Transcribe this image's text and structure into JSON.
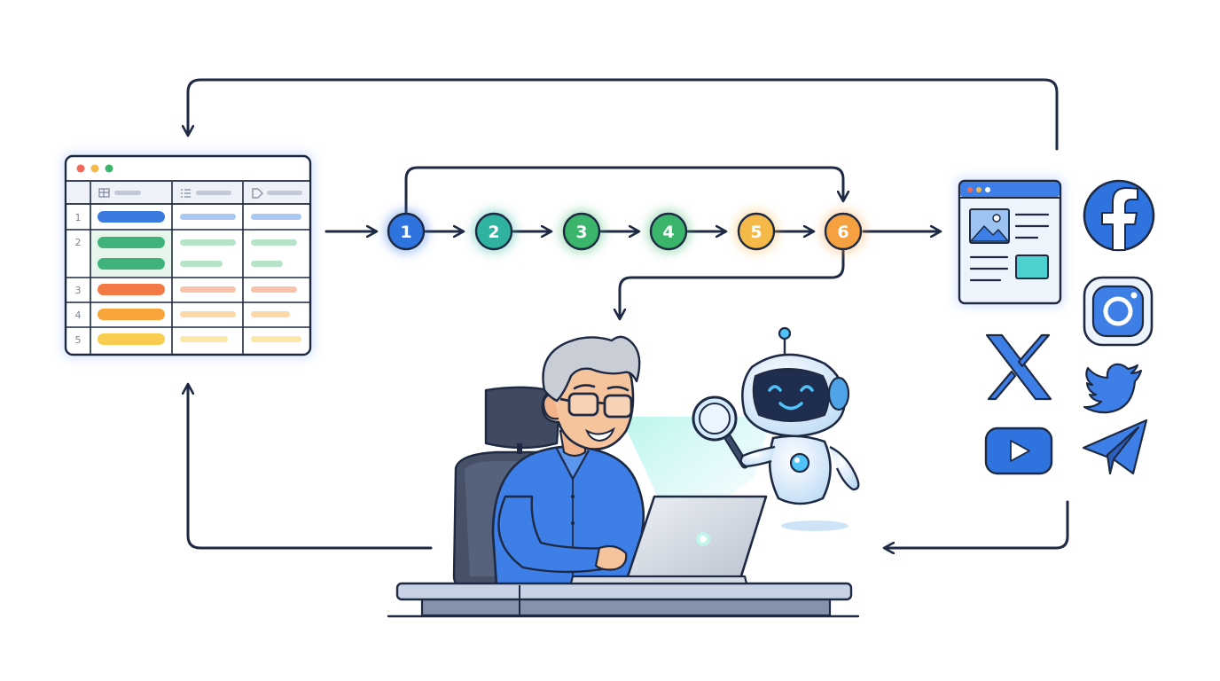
{
  "spreadsheet": {
    "row_numbers": [
      "1",
      "2",
      "3",
      "4",
      "5"
    ],
    "row_colors": [
      "#3b7be0",
      "#3fb37a",
      "#f47a45",
      "#f9a53c",
      "#f8cd4f"
    ]
  },
  "pipeline": {
    "steps": [
      {
        "label": "1",
        "color": "#2f73de"
      },
      {
        "label": "2",
        "color": "#2fb3a0"
      },
      {
        "label": "3",
        "color": "#3bb56c"
      },
      {
        "label": "4",
        "color": "#3bb56c"
      },
      {
        "label": "5",
        "color": "#f5b94a"
      },
      {
        "label": "6",
        "color": "#f5a142"
      }
    ]
  },
  "social_icons": [
    "facebook-icon",
    "instagram-icon",
    "x-icon",
    "twitter-icon",
    "youtube-icon",
    "telegram-icon"
  ],
  "colors": {
    "line": "#1e2a44",
    "accent_blue": "#3d7fe6",
    "robot_cyan": "#4fc3f7"
  }
}
